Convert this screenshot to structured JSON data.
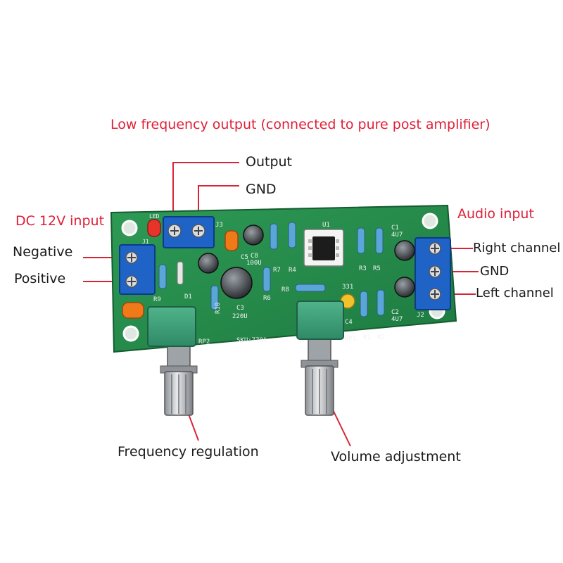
{
  "labels": {
    "header": "Low frequency output (connected to pure post amplifier)",
    "output": "Output",
    "gnd_top": "GND",
    "dc_input": "DC 12V input",
    "negative": "Negative",
    "positive": "Positive",
    "audio_input": "Audio input",
    "right_channel": "Right channel",
    "gnd_right": "GND",
    "left_channel": "Left channel",
    "frequency_regulation": "Frequency regulation",
    "volume_adjustment": "Volume adjustment"
  },
  "silkscreen": {
    "sku": "SKU:7781",
    "rp1": "RP1",
    "rp2": "RP2",
    "c3": "C3",
    "c3_val": "220U",
    "c8": "C8",
    "c8_val": "100U",
    "c1": "C1",
    "c1_val": "4U7",
    "c2": "C2",
    "c2_val": "4U7",
    "c4": "C4",
    "c5": "C5",
    "u1": "U1",
    "r1": "R1",
    "r2": "R2",
    "r3": "R3",
    "r4": "R4",
    "r5": "R5",
    "r6": "R6",
    "r7": "R7",
    "r8": "R8",
    "r9": "R9",
    "r10": "R10",
    "d1": "D1",
    "j1": "J1",
    "j2": "J2",
    "j3": "J3",
    "led": "LED",
    "c331": "331"
  },
  "colors": {
    "label_red": "#e01e37",
    "board_green": "#2e9a55",
    "terminal_blue": "#1f63c7",
    "pot_green": "#3a9a78"
  }
}
